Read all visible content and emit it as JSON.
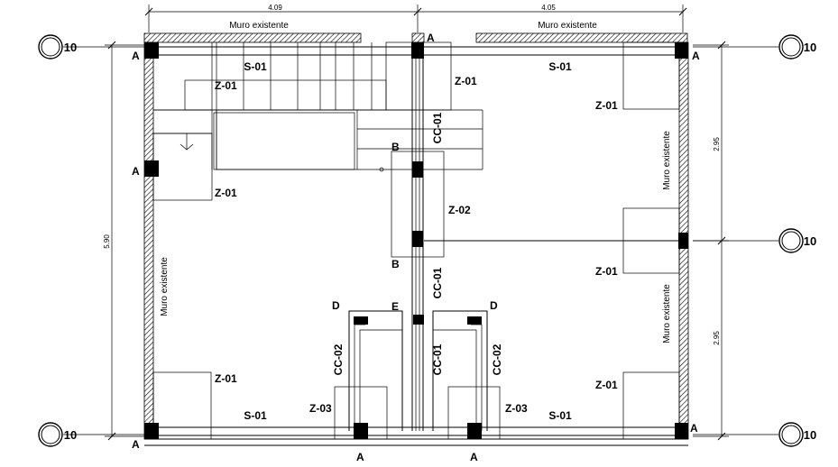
{
  "dimensions": {
    "top_left": "4.09",
    "top_right": "4.05",
    "left_total": "5.90",
    "right_upper": "2.95",
    "right_lower": "2.95"
  },
  "walls": {
    "top_left": "Muro existente",
    "top_right": "Muro existente",
    "left": "Muro existente",
    "right_upper": "Muro existente",
    "right_lower": "Muro existente"
  },
  "grid_bubbles": {
    "left_top": "10",
    "left_bottom": "10",
    "right_top": "10",
    "right_middle": "10",
    "right_bottom": "10"
  },
  "column_marks": {
    "tl": "A",
    "tm": "A",
    "tr": "A",
    "ml": "A",
    "bl": "A",
    "br": "A",
    "b1": "A",
    "b2": "A",
    "b_upper": "B",
    "b_lower": "B",
    "d_left": "D",
    "d_right": "D",
    "e": "E"
  },
  "beams": {
    "s01_tl": "S-01",
    "s01_tr": "S-01",
    "s01_bl": "S-01",
    "s01_br": "S-01",
    "cc01_top": "CC-01",
    "cc01_mid": "CC-01",
    "cc01_low": "CC-01",
    "cc02_left": "CC-02",
    "cc02_right": "CC-02"
  },
  "footings": {
    "z01_stair": "Z-01",
    "z01_center_top": "Z-01",
    "z01_right_top": "Z-01",
    "z01_left_mid": "Z-01",
    "z01_right_mid": "Z-01",
    "z01_left_bottom": "Z-01",
    "z01_right_bottom": "Z-01",
    "z02": "Z-02",
    "z03_left": "Z-03",
    "z03_right": "Z-03"
  }
}
